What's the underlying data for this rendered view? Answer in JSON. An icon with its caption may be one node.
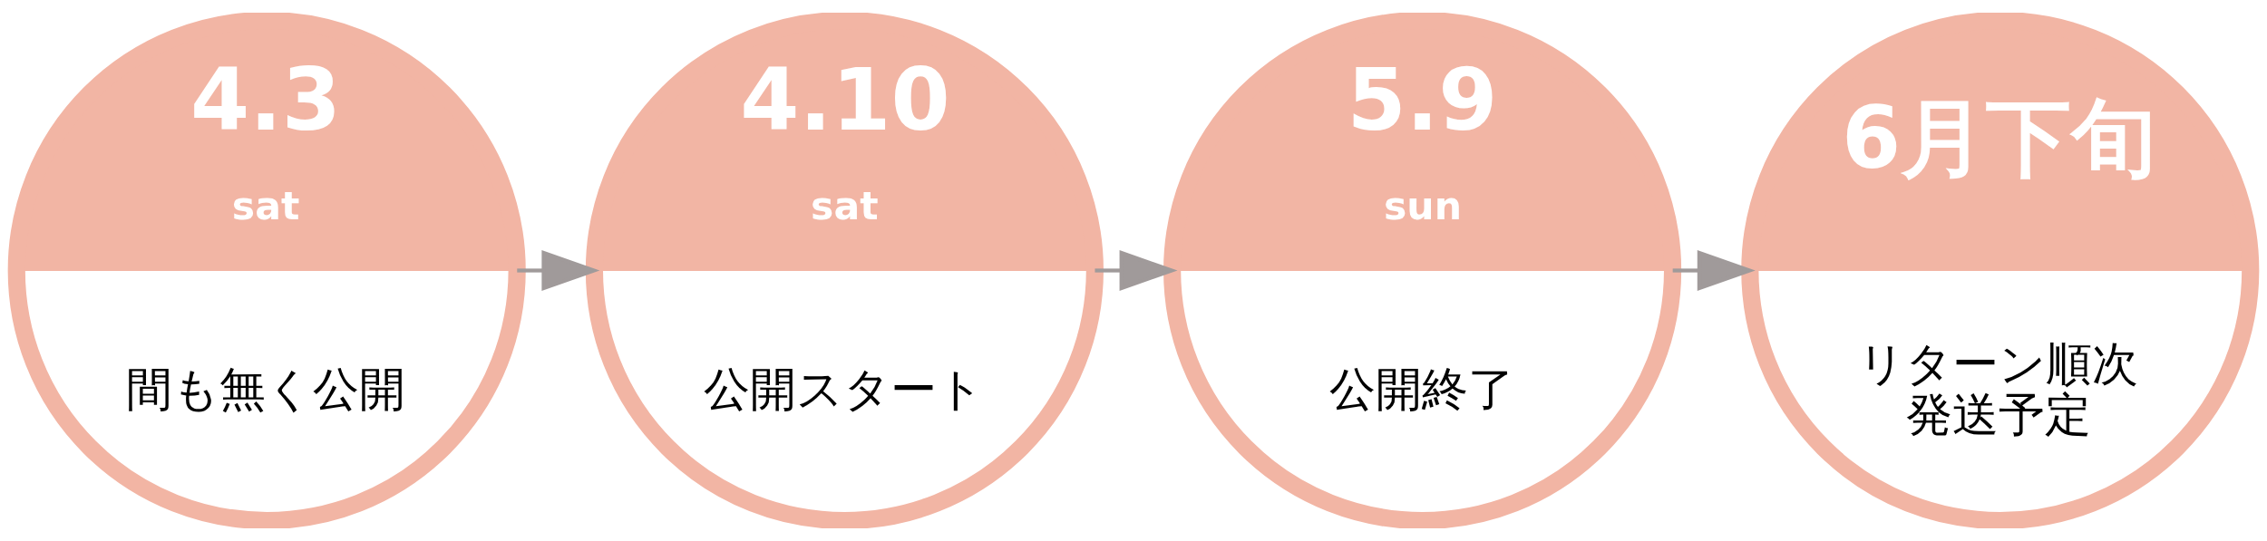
{
  "diagram": {
    "nodes": [
      {
        "text": [
          "4.3",
          "sat",
          "間も無く公開"
        ]
      },
      {
        "text": [
          "4.10",
          "sat",
          "公開スタート"
        ]
      },
      {
        "text": [
          "5.9",
          "sun",
          "公開終了"
        ]
      },
      {
        "text": [
          "6月下旬",
          "リターン順次発送予定"
        ]
      }
    ],
    "edges": [
      {
        "from": 0,
        "to": 1,
        "arrow": "to"
      },
      {
        "from": 1,
        "to": 2,
        "arrow": "to"
      },
      {
        "from": 2,
        "to": 3,
        "arrow": "to"
      }
    ]
  }
}
